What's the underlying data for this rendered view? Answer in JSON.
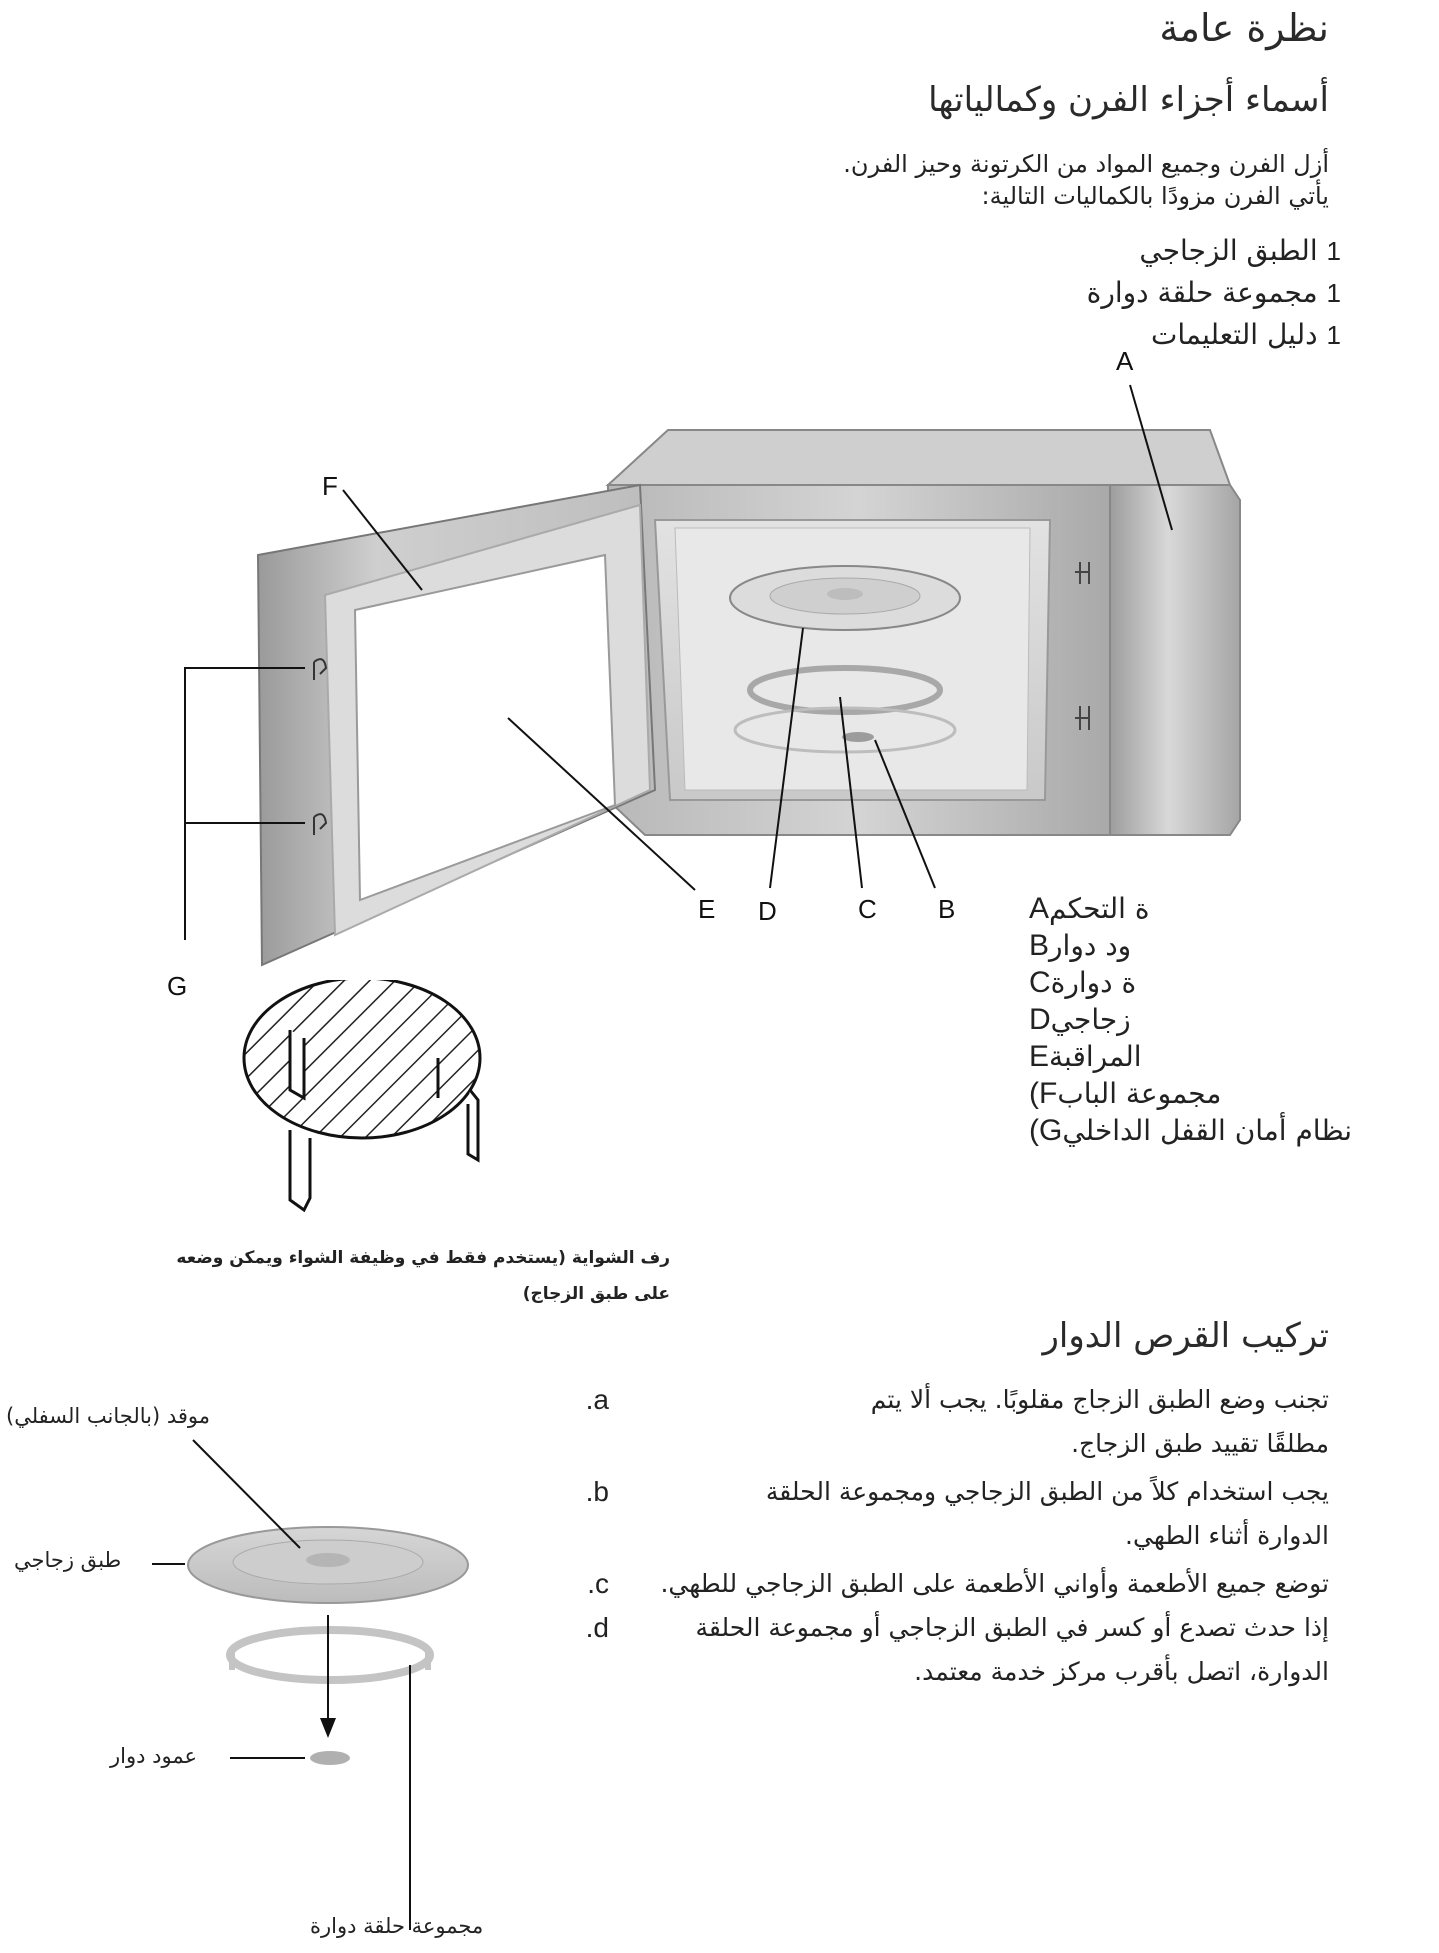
{
  "title": "نظرة عامة",
  "section1": {
    "heading": "أسماء أجزاء الفرن وكمالياتها",
    "intro": [
      "أزل الفرن وجميع المواد من الكرتونة وحيز الفرن.",
      "يأتي الفرن مزودًا بالكماليات التالية:"
    ],
    "accessories": [
      {
        "qty": "1",
        "name": "الطبق الزجاجي"
      },
      {
        "qty": "1",
        "name": "مجموعة حلقة دوارة"
      },
      {
        "qty": "1",
        "name": "دليل التعليمات"
      }
    ]
  },
  "diagram_labels": {
    "A": "A",
    "B": "B",
    "C": "C",
    "D": "D",
    "E": "E",
    "F": "F",
    "G": "G"
  },
  "legend": [
    {
      "key": "A",
      "text": "ة التحكم"
    },
    {
      "key": "B",
      "text": "ود دوار"
    },
    {
      "key": "C",
      "text": "ة دوارة"
    },
    {
      "key": "D",
      "text": "زجاجي"
    },
    {
      "key": "E",
      "text": "المراقبة"
    },
    {
      "key": "F)",
      "text": "مجموعة الباب"
    },
    {
      "key": "G)",
      "text": "نظام أمان القفل الداخلي"
    }
  ],
  "rack_caption": [
    "رف الشواية (يستخدم فقط في وظيفة الشواء ويمكن وضعه",
    "على طبق الزجاج)"
  ],
  "section2": {
    "heading": "تركيب القرص الدوار",
    "steps": [
      {
        "marker": "a.",
        "lines": [
          "تجنب وضع الطبق الزجاج مقلوبًا. يجب ألا يتم",
          "مطلقًا تقييد طبق الزجاج."
        ]
      },
      {
        "marker": "b.",
        "lines": [
          "يجب استخدام كلاً من الطبق الزجاجي ومجموعة الحلقة",
          "الدوارة أثناء الطهي."
        ]
      },
      {
        "marker": "c.",
        "lines": [
          "توضع جميع الأطعمة وأواني الأطعمة على الطبق الزجاجي للطهي."
        ]
      },
      {
        "marker": "d.",
        "lines": [
          "إذا حدث تصدع أو كسر في الطبق الزجاجي أو مجموعة الحلقة",
          "الدوارة، اتصل بأقرب مركز خدمة معتمد."
        ]
      }
    ]
  },
  "turntable_labels": {
    "hub": "موقد (بالجانب السفلي)",
    "plate": "طبق زجاجي",
    "shaft": "عمود دوار",
    "ring": "مجموعة حلقة دوارة"
  }
}
